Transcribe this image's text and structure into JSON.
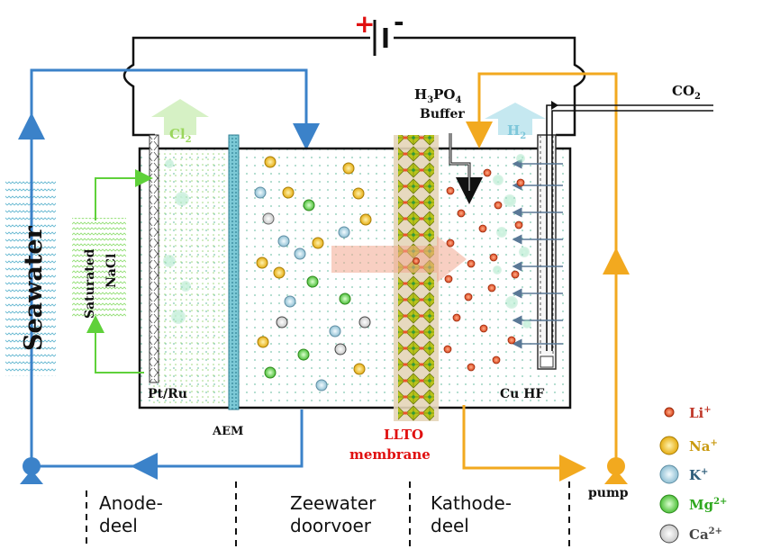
{
  "battery": {
    "plus": "+",
    "minus": "-"
  },
  "labels": {
    "seawater": "Seawater",
    "saturated": "Saturated",
    "nacl": "NaCl",
    "cl2": "Cl",
    "cl2_sub": "2",
    "h2": "H",
    "h2_sub": "2",
    "h3po4_a": "H",
    "h3po4_b": "3",
    "h3po4_c": "PO",
    "h3po4_d": "4",
    "buffer": "Buffer",
    "co2_a": "CO",
    "co2_b": "2",
    "pt_ru": "Pt/Ru",
    "cu_hf": "Cu HF",
    "aem": "AEM",
    "llto": "LLTO",
    "membrane": "membrane",
    "pump": "pump"
  },
  "sections": {
    "anode_1": "Anode-",
    "anode_2": "deel",
    "feed_1": "Zeewater",
    "feed_2": "doorvoer",
    "cathode_1": "Kathode-",
    "cathode_2": "deel"
  },
  "legend": [
    {
      "ion": "Li",
      "charge": "+",
      "color": "#e8542a"
    },
    {
      "ion": "Na",
      "charge": "+",
      "color": "#f2c530"
    },
    {
      "ion": "K",
      "charge": "+",
      "color": "#a8cfe0"
    },
    {
      "ion": "Mg",
      "charge": "2+",
      "color": "#6fd15a"
    },
    {
      "ion": "Ca",
      "charge": "2+",
      "color": "#e6e6e6"
    }
  ],
  "colors": {
    "blue_flow": "#3b82c9",
    "orange_flow": "#f2a91f",
    "green_flow": "#5fd13a",
    "red": "#e01010"
  }
}
